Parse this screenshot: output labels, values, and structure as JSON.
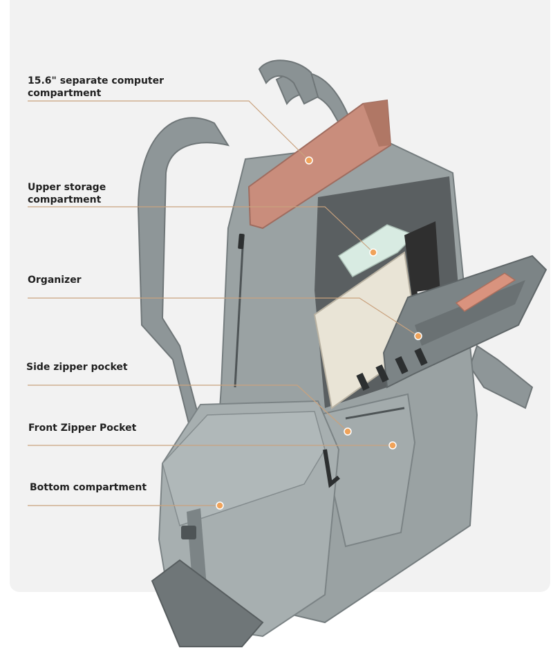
{
  "callouts": [
    {
      "id": "computer",
      "text": "15.6\" separate computer compartment",
      "lines": [
        "15.6\" separate computer",
        "compartment"
      ]
    },
    {
      "id": "upper",
      "text": "Upper storage compartment",
      "lines": [
        "Upper storage",
        "compartment"
      ]
    },
    {
      "id": "organizer",
      "text": "Organizer",
      "lines": [
        "Organizer"
      ]
    },
    {
      "id": "side",
      "text": "Side zipper pocket",
      "lines": [
        "Side zipper pocket"
      ]
    },
    {
      "id": "front",
      "text": "Front Zipper Pocket",
      "lines": [
        "Front Zipper Pocket"
      ]
    },
    {
      "id": "bottom",
      "text": "Bottom compartment",
      "lines": [
        "Bottom compartment"
      ]
    }
  ],
  "colors": {
    "card": "#f2f2f2",
    "backpack": "#9aa2a3",
    "backpack_dark": "#7c8486",
    "laptop": "#c98d7c",
    "leader": "#c9a27e",
    "marker": "#f0a35a"
  }
}
